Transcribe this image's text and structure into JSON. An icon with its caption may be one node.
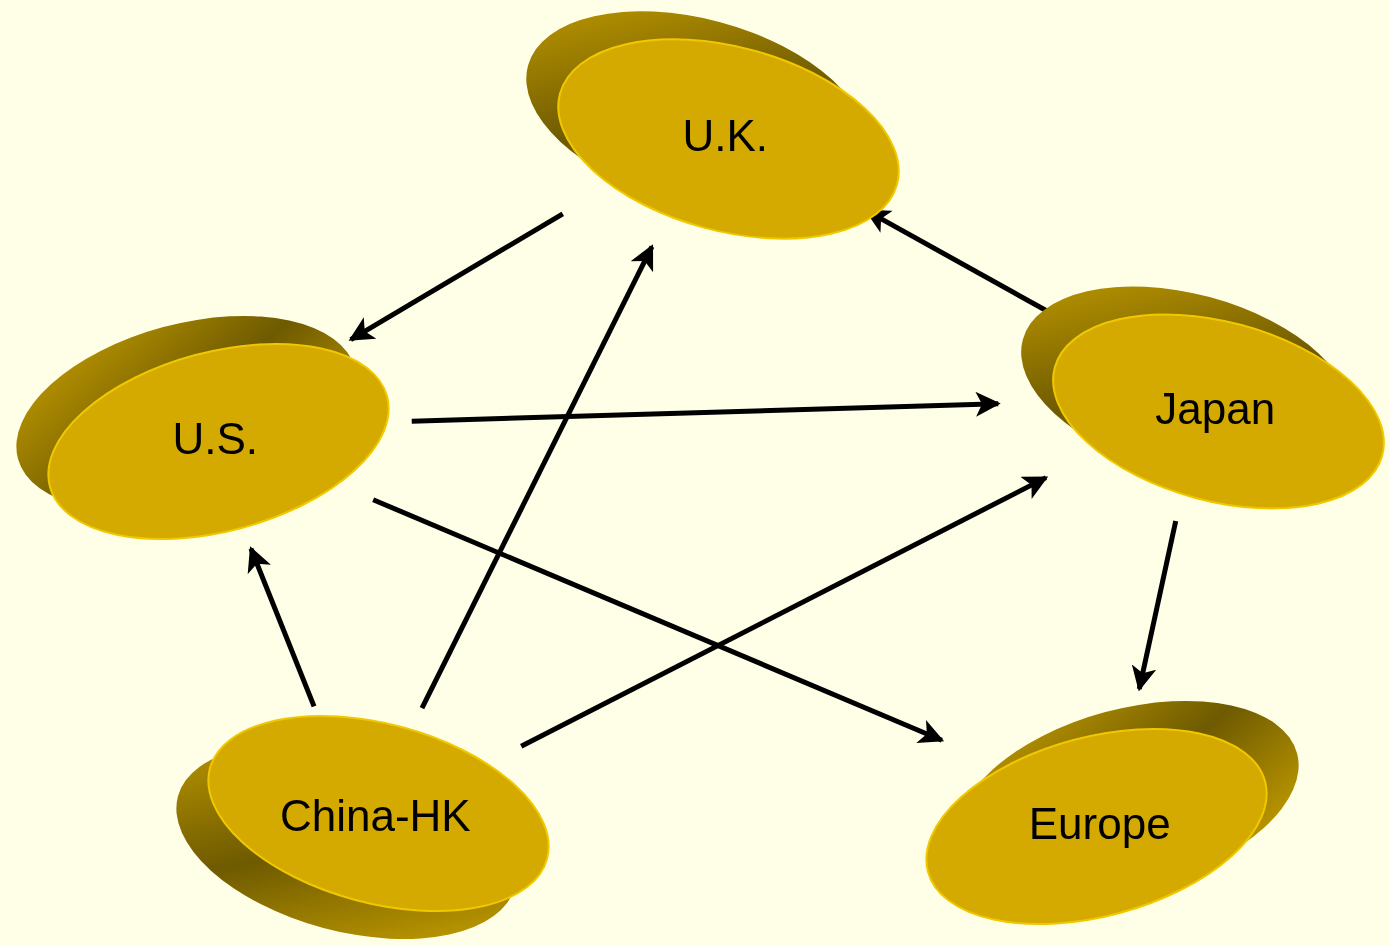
{
  "diagram": {
    "nodes": [
      {
        "text": [
          "U.K."
        ]
      },
      {
        "text": [
          "U.S."
        ]
      },
      {
        "text": [
          "Japan"
        ]
      },
      {
        "text": [
          "China-HK"
        ]
      },
      {
        "text": [
          "Europe"
        ]
      }
    ],
    "edges": [
      {
        "from": 0,
        "to": 1,
        "arrow": "to"
      },
      {
        "from": 2,
        "to": 0,
        "arrow": "to"
      },
      {
        "from": 1,
        "to": 2,
        "arrow": "to"
      },
      {
        "from": 1,
        "to": 4,
        "arrow": "to"
      },
      {
        "from": 3,
        "to": 1,
        "arrow": "to"
      },
      {
        "from": 3,
        "to": 0,
        "arrow": "to"
      },
      {
        "from": 3,
        "to": 2,
        "arrow": "to"
      },
      {
        "from": 2,
        "to": 4,
        "arrow": "to"
      }
    ]
  }
}
